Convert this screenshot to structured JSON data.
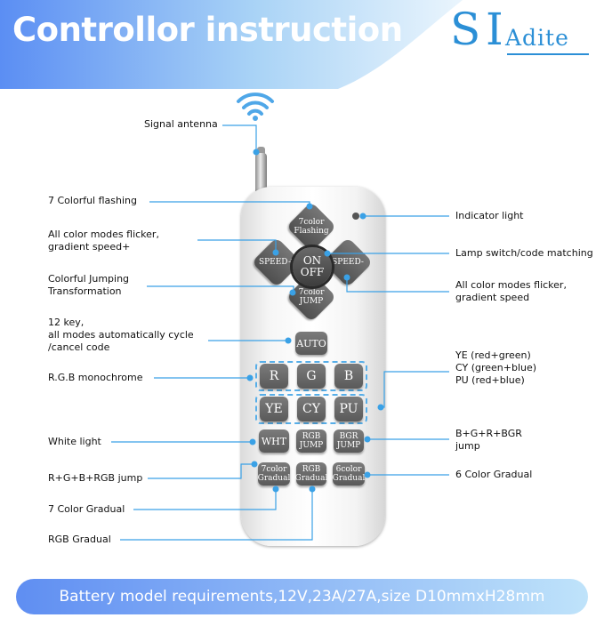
{
  "header": {
    "title": "Controllor instruction"
  },
  "logo": {
    "s": "S",
    "i": "I",
    "rest": "Adite"
  },
  "icons": {
    "antenna_signal": "wifi-signal-icon",
    "accent": "#2b8fd6",
    "line": "#3aa1e6"
  },
  "remote": {
    "dpad": {
      "top": "7color\nFlashing",
      "left": "SPEED+",
      "right": "SPEED-",
      "bottom": "7color\nJUMP",
      "center": "ON\nOFF"
    },
    "keys": {
      "auto": "AUTO",
      "r": "R",
      "g": "G",
      "b": "B",
      "ye": "YE",
      "cy": "CY",
      "pu": "PU",
      "wht": "WHT",
      "rgb_jump": "RGB\nJUMP",
      "bgr_jump": "BGR\nJUMP",
      "color7_gradual": "7color\nGradual",
      "rgb_gradual": "RGB\nGradual",
      "color6_gradual": "6color\nGradual"
    }
  },
  "labels": {
    "signal_antenna": "Signal antenna",
    "flashing7": "7 Colorful flashing",
    "flicker_plus": "All color modes flicker,\ngradient speed+",
    "jumping": "Colorful Jumping\nTransformation",
    "auto12": "12 key,\nall modes automatically cycle\n/cancel code",
    "rgb_mono": "R.G.B monochrome",
    "white_light": "White light",
    "rgb_jump": "R+G+B+RGB jump",
    "gradual7": "7 Color Gradual",
    "rgb_gradual": "RGB Gradual",
    "indicator": "Indicator light",
    "lamp_switch": "Lamp switch/code matching",
    "flicker_minus": "All color modes flicker,\ngradient speed",
    "ye_cy_pu": "YE (red+green)\nCY (green+blue)\nPU (red+blue)",
    "bgr_jump": "B+G+R+BGR\njump",
    "gradual6": "6 Color Gradual"
  },
  "footer": {
    "battery": "Battery model requirements,12V,23A/27A,size D10mmxH28mm"
  }
}
